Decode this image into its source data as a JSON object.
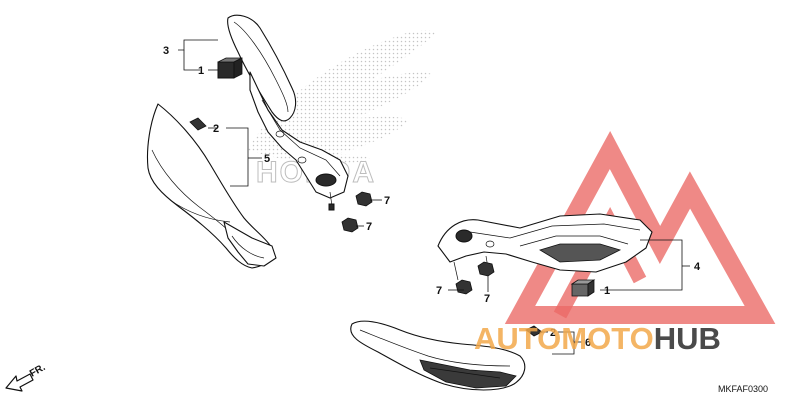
{
  "diagram": {
    "callouts": {
      "c1a": "1",
      "c1b": "1",
      "c2a": "2",
      "c2b": "2",
      "c3": "3",
      "c4": "4",
      "c5": "5",
      "c6": "6",
      "c7a": "7",
      "c7b": "7",
      "c7c": "7",
      "c7d": "7"
    },
    "direction_label": "FR.",
    "code": "MKFAF0300",
    "watermark_brand": "HONDA",
    "site_logo": {
      "part1": "AUTO",
      "part2": "MOTO",
      "part3": "HUB"
    }
  },
  "colors": {
    "logo_orange": "#f2a84a",
    "logo_dark": "#4a4a4a",
    "triangle_red": "#e53935",
    "watermark_dots": "#c8c8c8"
  }
}
